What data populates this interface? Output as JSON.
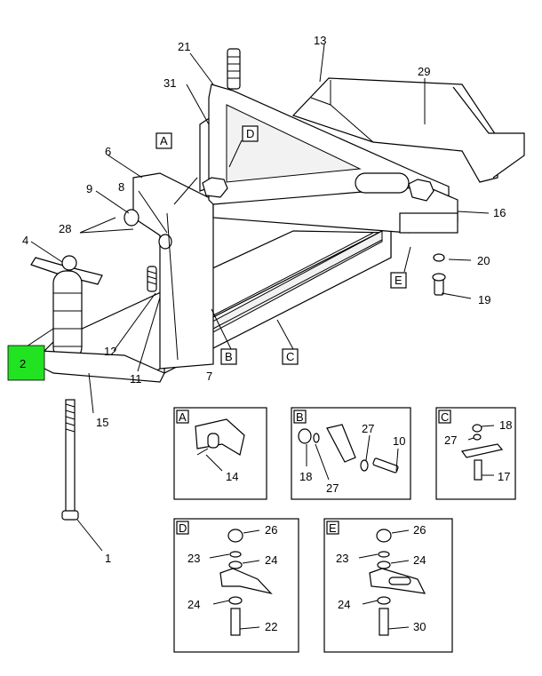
{
  "callouts": {
    "c1": "1",
    "c2": "2",
    "c4": "4",
    "c6": "6",
    "c7": "7",
    "c8": "8",
    "c9": "9",
    "c11": "11",
    "c12": "12",
    "c13": "13",
    "c15": "15",
    "c16": "16",
    "c19": "19",
    "c20": "20",
    "c21": "21",
    "c28": "28",
    "c29": "29",
    "c31": "31"
  },
  "view_labels": {
    "A": "A",
    "B": "B",
    "C": "C",
    "D": "D",
    "E": "E"
  },
  "insets": {
    "A": {
      "title": "A",
      "parts": [
        "14"
      ]
    },
    "B": {
      "title": "B",
      "parts": [
        "18",
        "27",
        "27",
        "10"
      ]
    },
    "C": {
      "title": "C",
      "parts": [
        "18",
        "27",
        "17"
      ]
    },
    "D": {
      "title": "D",
      "parts": [
        "26",
        "23",
        "24",
        "24",
        "22"
      ]
    },
    "E": {
      "title": "E",
      "parts": [
        "26",
        "23",
        "24",
        "24",
        "30"
      ]
    }
  },
  "highlight": {
    "part": "2",
    "color": "#22e322"
  }
}
